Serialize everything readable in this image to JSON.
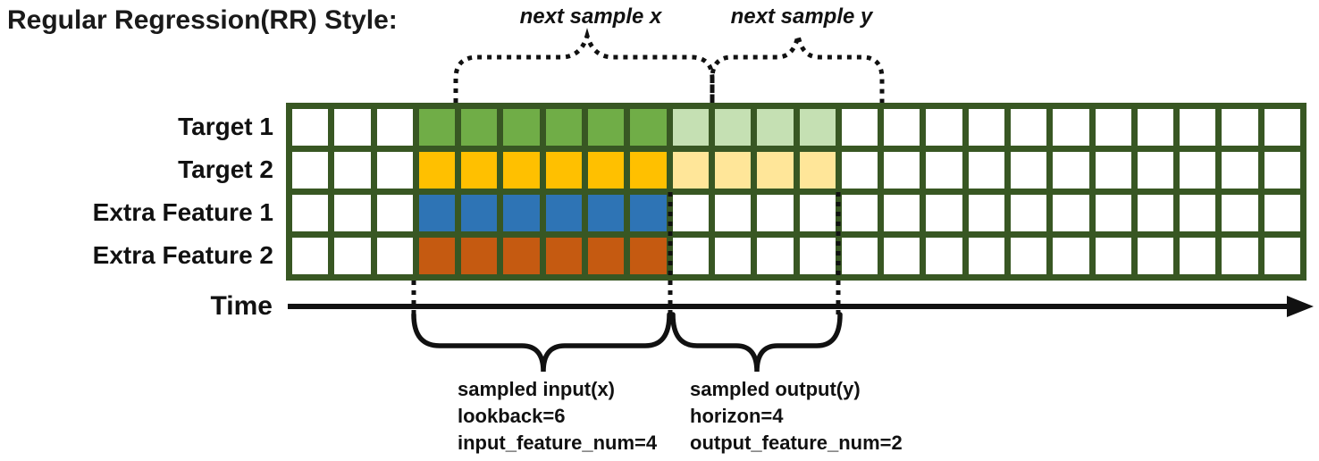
{
  "title": "Regular Regression(RR) Style:",
  "annotations": {
    "next_sample_x": "next sample x",
    "next_sample_y": "next sample y",
    "time_label": "Time",
    "input_block": [
      "sampled input(x)",
      "lookback=6",
      "input_feature_num=4"
    ],
    "output_block": [
      "sampled output(y)",
      "horizon=4",
      "output_feature_num=2"
    ]
  },
  "grid": {
    "total_cols": 24,
    "blank_cols_before": 3,
    "lookback": 6,
    "horizon": 4,
    "input_feature_num": 4,
    "output_feature_num": 2,
    "border_color": "#385723",
    "empty_cell_color": "#ffffff",
    "rows": [
      {
        "label": "Target 1",
        "input_color": "#70AD47",
        "output_color": "#C5E0B3",
        "is_target": true
      },
      {
        "label": "Target 2",
        "input_color": "#FFC000",
        "output_color": "#FFE699",
        "is_target": true
      },
      {
        "label": "Extra Feature 1",
        "input_color": "#2E74B5",
        "output_color": null,
        "is_target": false
      },
      {
        "label": "Extra Feature 2",
        "input_color": "#C55A11",
        "output_color": null,
        "is_target": false
      }
    ]
  }
}
